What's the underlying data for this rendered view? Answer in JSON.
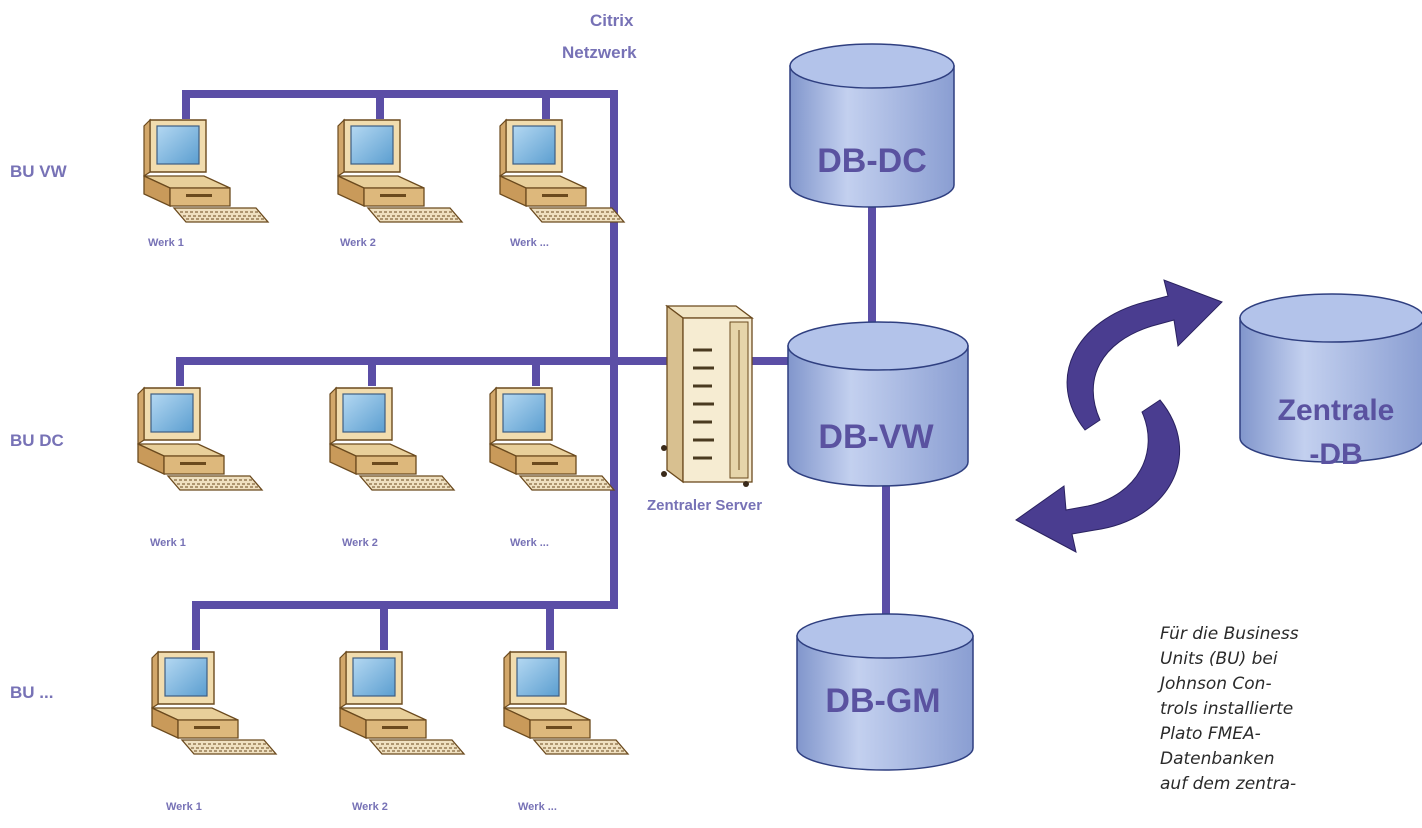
{
  "network_label": [
    "Citrix",
    "Netzwerk"
  ],
  "units": [
    {
      "label": "BU VW",
      "workstations": [
        "Werk 1",
        "Werk 2",
        "Werk ..."
      ]
    },
    {
      "label": "BU DC",
      "workstations": [
        "Werk 1",
        "Werk 2",
        "Werk ..."
      ]
    },
    {
      "label": "BU ...",
      "workstations": [
        "Werk 1",
        "Werk 2",
        "Werk ..."
      ]
    }
  ],
  "server_label": "Zentraler Server",
  "databases": {
    "dc": "DB-DC",
    "vw": "DB-VW",
    "gm": "DB-GM",
    "central": [
      "Zentrale",
      "-DB"
    ]
  },
  "caption_lines": [
    "Für die Business",
    "Units (BU) bei",
    "Johnson Con-",
    "trols installierte",
    "Plato FMEA-",
    "Datenbanken",
    "auf dem zentra-"
  ],
  "colors": {
    "network_line": "#5b4ea6",
    "db_fill": "#a9b9e0",
    "db_text": "#5a52a0",
    "label_text": "#7772b6",
    "sync_arrow": "#4a3d90"
  }
}
